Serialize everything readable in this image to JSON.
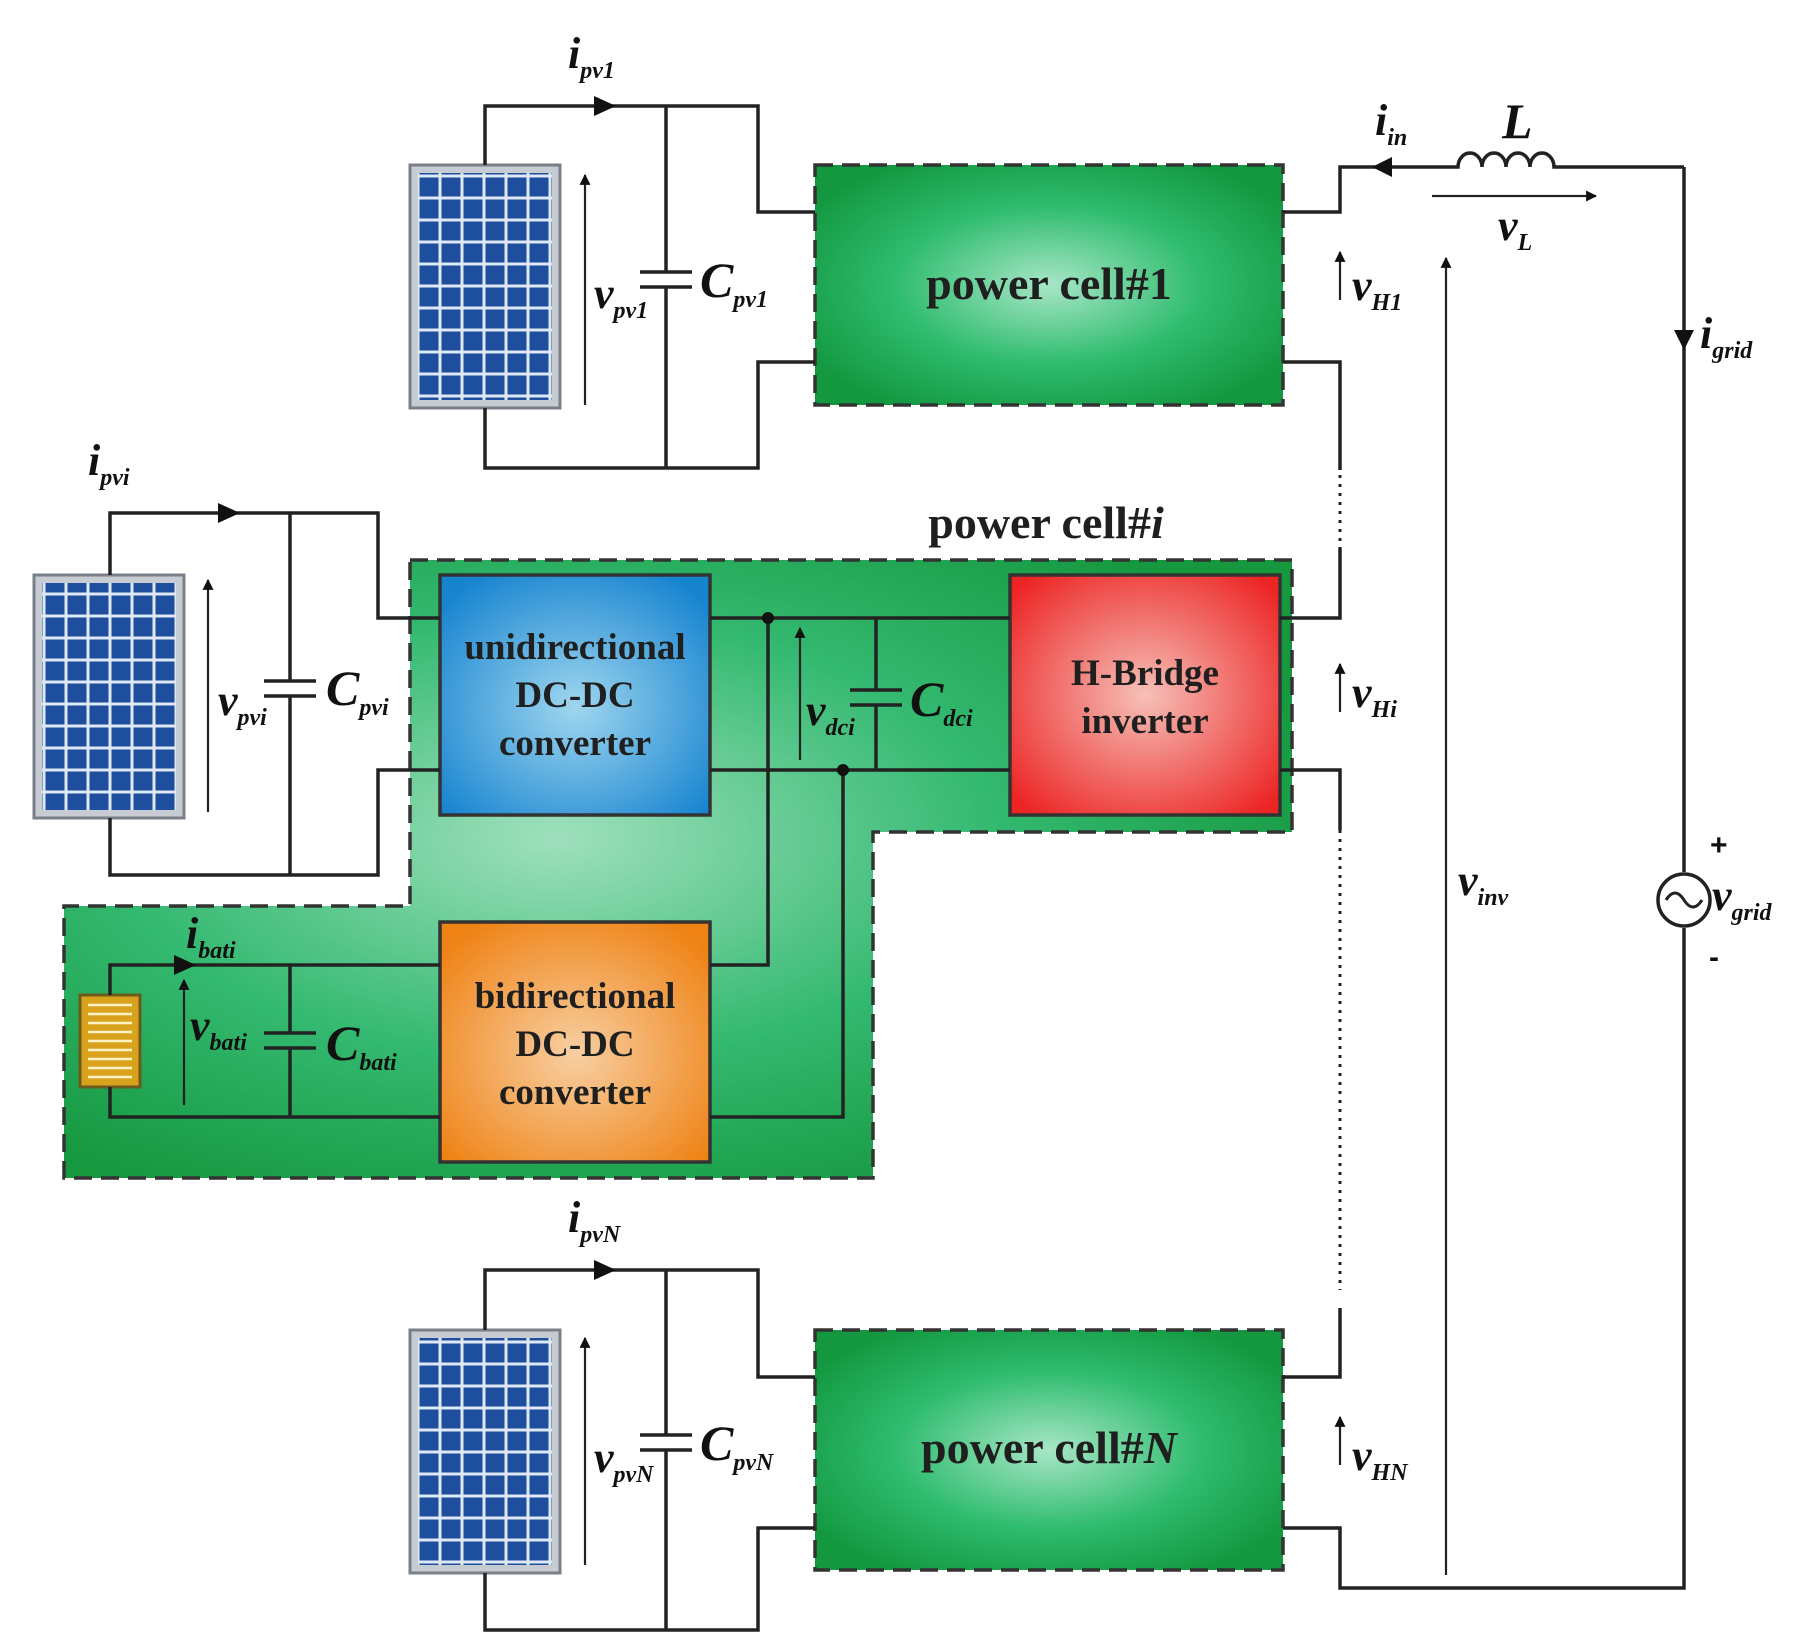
{
  "labels": {
    "cell1": "power cell#1",
    "celli_prefix": "power cell#",
    "celli_suffix": "i",
    "cellN_prefix": "power cell#",
    "cellN_suffix": "N",
    "uni_line1": "unidirectional",
    "uni_line2": "DC-DC",
    "uni_line3": "converter",
    "bi_line1": "bidirectional",
    "bi_line2": "DC-DC",
    "bi_line3": "converter",
    "hb_line1": "H-Bridge",
    "hb_line2": "inverter"
  },
  "symbols": {
    "i_pv1": {
      "main": "i",
      "sub": "pv1"
    },
    "v_pv1": {
      "main": "v",
      "sub": "pv1"
    },
    "C_pv1": {
      "main": "C",
      "sub": "pv1"
    },
    "i_pvi": {
      "main": "i",
      "sub": "pvi"
    },
    "v_pvi": {
      "main": "v",
      "sub": "pvi"
    },
    "C_pvi": {
      "main": "C",
      "sub": "pvi"
    },
    "i_bati": {
      "main": "i",
      "sub": "bati"
    },
    "v_bati": {
      "main": "v",
      "sub": "bati"
    },
    "C_bati": {
      "main": "C",
      "sub": "bati"
    },
    "v_dci": {
      "main": "v",
      "sub": "dci"
    },
    "C_dci": {
      "main": "C",
      "sub": "dci"
    },
    "i_pvN": {
      "main": "i",
      "sub": "pvN"
    },
    "v_pvN": {
      "main": "v",
      "sub": "pvN"
    },
    "C_pvN": {
      "main": "C",
      "sub": "pvN"
    },
    "i_in": {
      "main": "i",
      "sub": "in"
    },
    "L": {
      "main": "L",
      "sub": ""
    },
    "v_L": {
      "main": "v",
      "sub": "L"
    },
    "v_H1": {
      "main": "v",
      "sub": "H1"
    },
    "v_Hi": {
      "main": "v",
      "sub": "Hi"
    },
    "v_HN": {
      "main": "v",
      "sub": "HN"
    },
    "v_inv": {
      "main": "v",
      "sub": "inv"
    },
    "i_grid": {
      "main": "i",
      "sub": "grid"
    },
    "v_grid": {
      "main": "v",
      "sub": "grid"
    },
    "plus": "+",
    "minus": "-"
  },
  "colors": {
    "cell_green": "#17a34f",
    "cell_green_light": "#8fdcb4",
    "uni_blue": "#1f8fd6",
    "bi_orange": "#f28a1a",
    "hb_red": "#ee2a2a",
    "pv_blue": "#1e4f9e",
    "battery": "#d8a21c"
  }
}
